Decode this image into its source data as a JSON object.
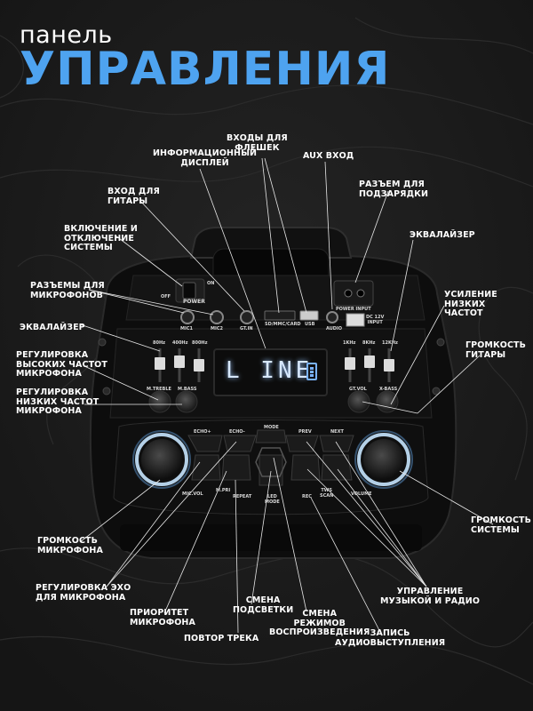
{
  "header": {
    "line1": "панель",
    "line2": "УПРАВЛЕНИЯ"
  },
  "labels": {
    "usb_inputs": "ВХОДЫ ДЛЯ\nФЛЕШЕК",
    "info_display": "ИНФОРМАЦИОННЫЙ\nДИСПЛЕЙ",
    "aux": "AUX ВХОД",
    "charge": "РАЗЪЕМ ДЛЯ\nПОДЗАРЯДКИ",
    "guitar_in": "ВХОД ДЛЯ\nГИТАРЫ",
    "power": "ВКЛЮЧЕНИЕ И\nОТКЛЮЧЕНИЕ\nСИСТЕМЫ",
    "eq_right": "ЭКВАЛАЙЗЕР",
    "mic_jacks": "РАЗЪЕМЫ ДЛЯ\nМИКРОФОНОВ",
    "bass_boost": "УСИЛЕНИЕ\nНИЗКИХ\nЧАСТОТ",
    "eq_left": "ЭКВАЛАЙЗЕР",
    "guitar_vol": "ГРОМКОСТЬ\nГИТАРЫ",
    "mic_treble": "РЕГУЛИРОВКА\nВЫСОКИХ ЧАСТОТ\nМИКРОФОНА",
    "mic_bass": "РЕГУЛИРОВКА\nНИЗКИХ ЧАСТОТ\nМИКРОФОНА",
    "system_vol": "ГРОМКОСТЬ\nСИСТЕМЫ",
    "mic_vol": "ГРОМКОСТЬ\nМИКРОФОНА",
    "echo": "РЕГУЛИРОВКА ЭХО\nДЛЯ МИКРОФОНА",
    "music_ctrl": "УПРАВЛЕНИЕ\nМУЗЫКОЙ И РАДИО",
    "mic_priority": "ПРИОРИТЕТ\nМИКРОФОНА",
    "led_mode": "СМЕНА\nПОДСВЕТКИ",
    "play_mode": "СМЕНА\nРЕЖИМОВ\nВОСПРОИЗВЕДЕНИЯ",
    "recording": "ЗАПИСЬ\nАУДИОВЫСТУПЛЕНИЯ",
    "repeat": "ПОВТОР ТРЕКА"
  },
  "device": {
    "display_text": "L INE",
    "power_label": "POWER",
    "off": "OFF",
    "on": "ON",
    "mic1": "MIC1",
    "mic2": "MIC2",
    "gtin": "GT.IN",
    "sd": "SD/MMC/CARD",
    "usb": "USB",
    "audio": "AUDIO",
    "power_input": "POWER INPUT",
    "dc": "DC 12V\nINPUT",
    "hz80": "80Hz",
    "hz400": "400Hz",
    "hz800": "800Hz",
    "hz1k": "1KHz",
    "hz8k": "8KHz",
    "hz12k": "12KHz",
    "mtreble": "M.TREBLE",
    "mbass": "M.BASS",
    "gtvol": "GT.VOL",
    "xbass": "X-BASS",
    "echo_minus": "ECHO-",
    "echo_plus": "ECHO+",
    "prev": "PREV",
    "next": "NEXT",
    "mode": "MODE",
    "micvol": "MIC.VOL",
    "mpri": "M.PRI",
    "repeat": "REPEAT",
    "led_mode": "LED\nMODE",
    "rec": "REC",
    "tws": "TWS\nSCAN",
    "volume": "VOLUME"
  },
  "colors": {
    "accent": "#4ea3f0",
    "background": "#1a1a1a",
    "display_glow": "#d7e8ff"
  }
}
